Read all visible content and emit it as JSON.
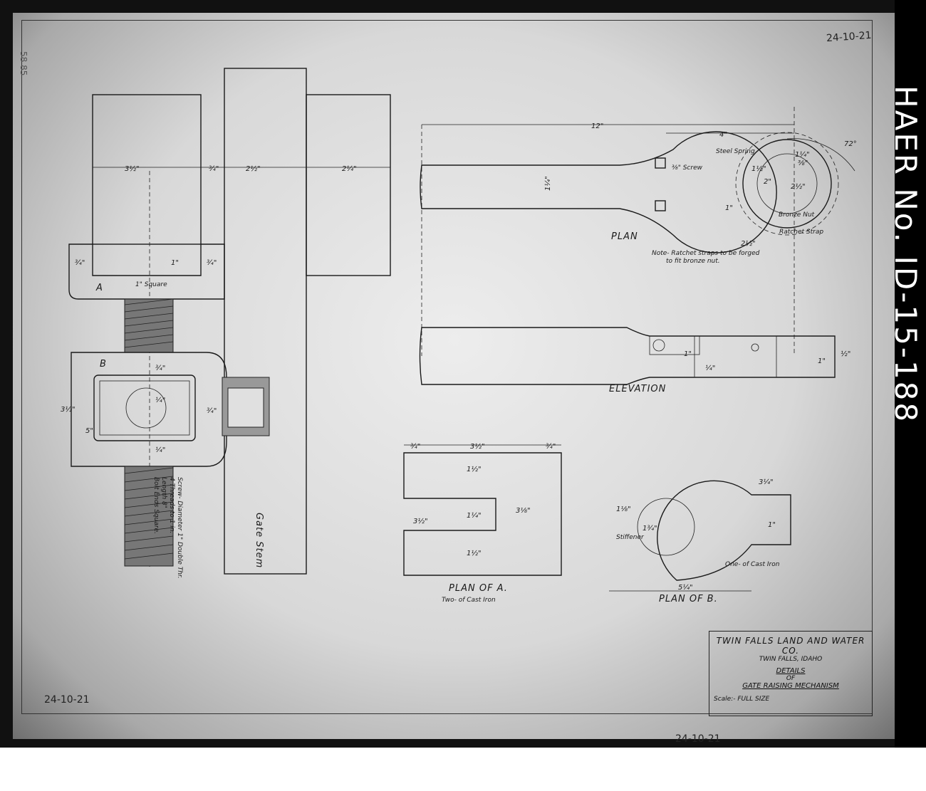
{
  "stamps": {
    "corner": "58 85",
    "top": "24-10-21",
    "left": "24-10-21",
    "footer": "24-10-21"
  },
  "haer": {
    "label": "HAER No. ID-15-188"
  },
  "left_views": {
    "dims_top": [
      "3½\"",
      "¾\"",
      "2½\"",
      "2¼\""
    ],
    "label_a": "A",
    "label_b": "B",
    "dims_a": [
      "¾\"",
      "1\"",
      "¾\"",
      "1\" Square"
    ],
    "dims_b": [
      "3½\"",
      "¾\"",
      "5\"",
      "¾\"",
      "¼\"",
      "¼\""
    ],
    "screw_note": [
      "Screw- Diameter 1\" Double Thr.",
      "4 Threads to 1 in.",
      "Length 8\"",
      "Bolt Ends Square."
    ],
    "stem_label": "Gate Stem"
  },
  "plan": {
    "label": "PLAN",
    "dims": [
      "12\"",
      "4\"",
      "72°",
      "1¼\"",
      "1½\"",
      "2\"",
      "2½\"",
      "2½\"",
      "1\"",
      "⅜\""
    ],
    "callouts": [
      "Steel Spring",
      "⅜\" Screw",
      "Bronze Nut",
      "Ratchet Strap"
    ],
    "note": [
      "Note- Ratchet straps to be forged",
      "to fit bronze nut."
    ]
  },
  "elevation": {
    "label": "ELEVATION",
    "dims": [
      "1¼\"",
      "½\"",
      "¼\"",
      "1\"",
      "1\""
    ]
  },
  "plan_a": {
    "label": "PLAN OF A.",
    "sub": "Two- of Cast Iron",
    "dims": [
      "¾\"",
      "3½\"",
      "¾\"",
      "1½\"",
      "1¼\"",
      "3½\"",
      "1½\"",
      "3⅛\""
    ]
  },
  "plan_b": {
    "label": "PLAN OF B.",
    "sub": "One- of Cast Iron",
    "dims": [
      "3¼\"",
      "1⅛\"",
      "1¾\"",
      "1\"",
      "5¼\""
    ],
    "callout": "Stiffener"
  },
  "title_block": {
    "company": "TWIN FALLS LAND AND WATER CO.",
    "place": "TWIN FALLS, IDAHO",
    "title1": "DETAILS",
    "of": "OF",
    "title2": "GATE RAISING MECHANISM",
    "scale": "Scale:- FULL SIZE"
  }
}
